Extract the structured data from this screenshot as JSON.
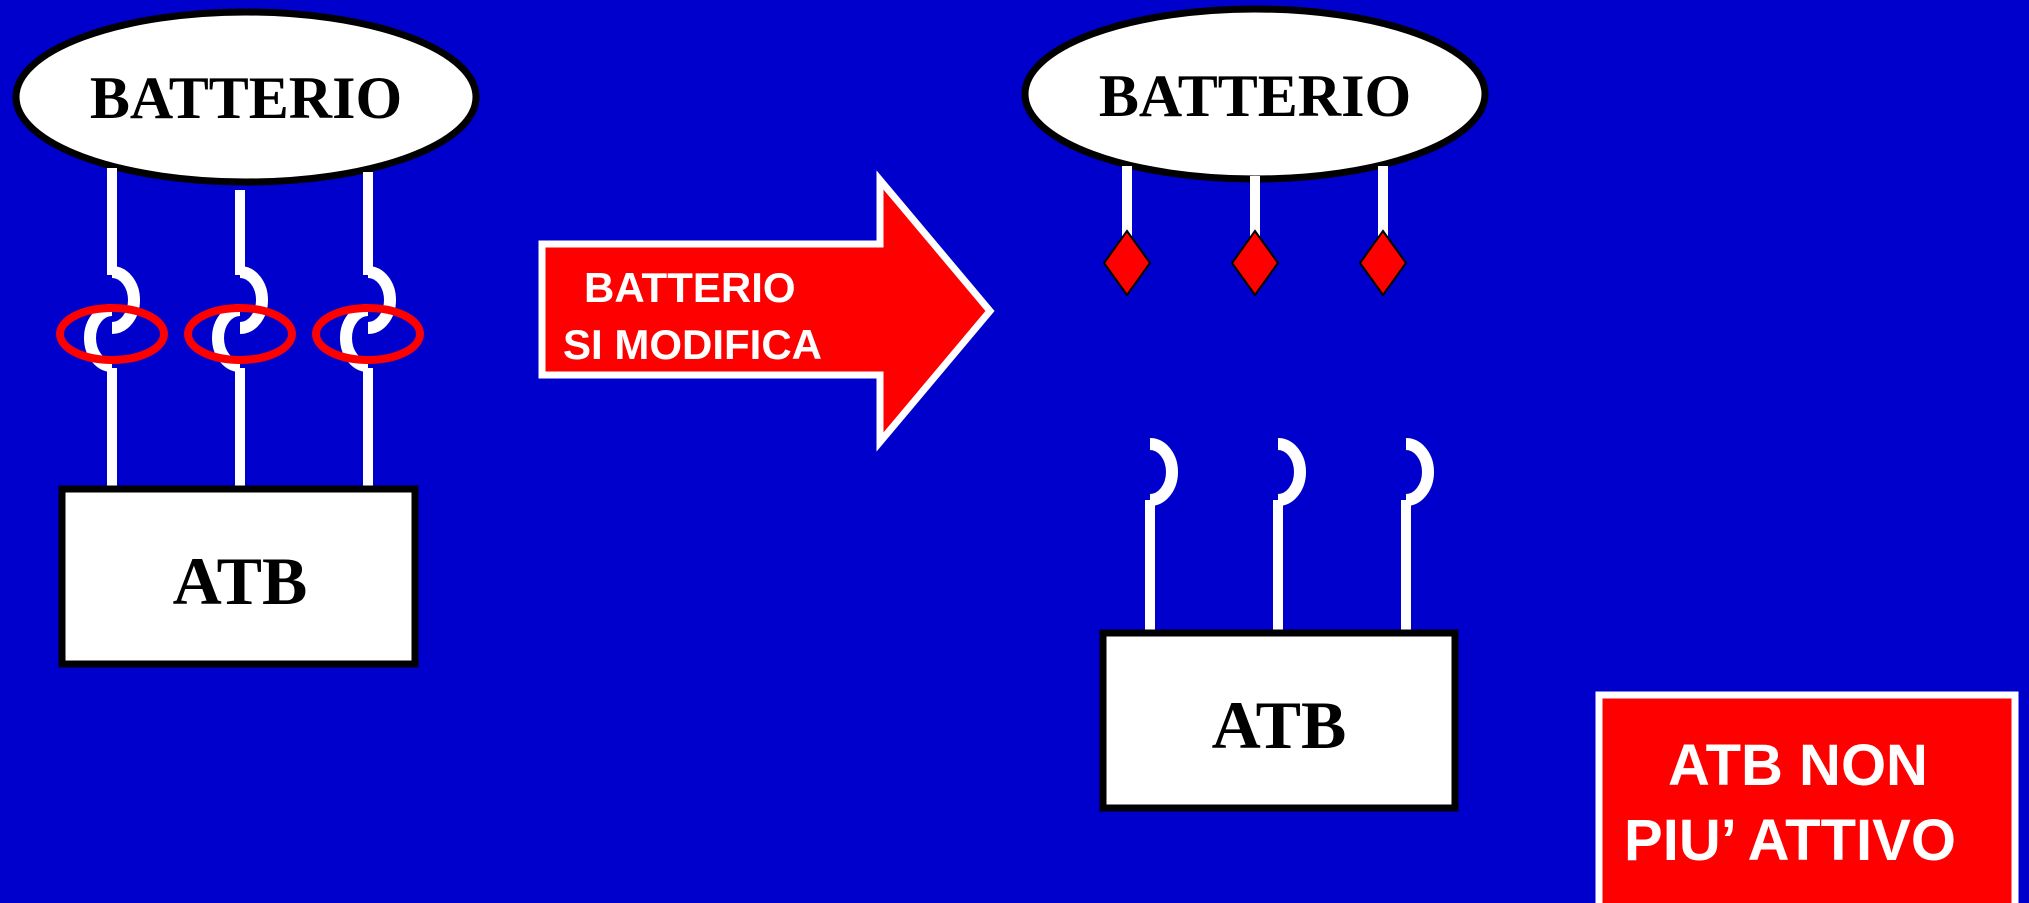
{
  "left": {
    "bacterium_label": "BATTERIO",
    "antibiotic_label": "ATB"
  },
  "arrow": {
    "line1": "BATTERIO",
    "line2": "SI MODIFICA"
  },
  "right": {
    "bacterium_label": "BATTERIO",
    "antibiotic_label": "ATB"
  },
  "result": {
    "line1": "ATB NON",
    "line2": "PIU’ ATTIVO"
  },
  "colors": {
    "background": "#0000cc",
    "accent_red": "#ff0000",
    "white": "#ffffff",
    "outline": "#000000"
  }
}
